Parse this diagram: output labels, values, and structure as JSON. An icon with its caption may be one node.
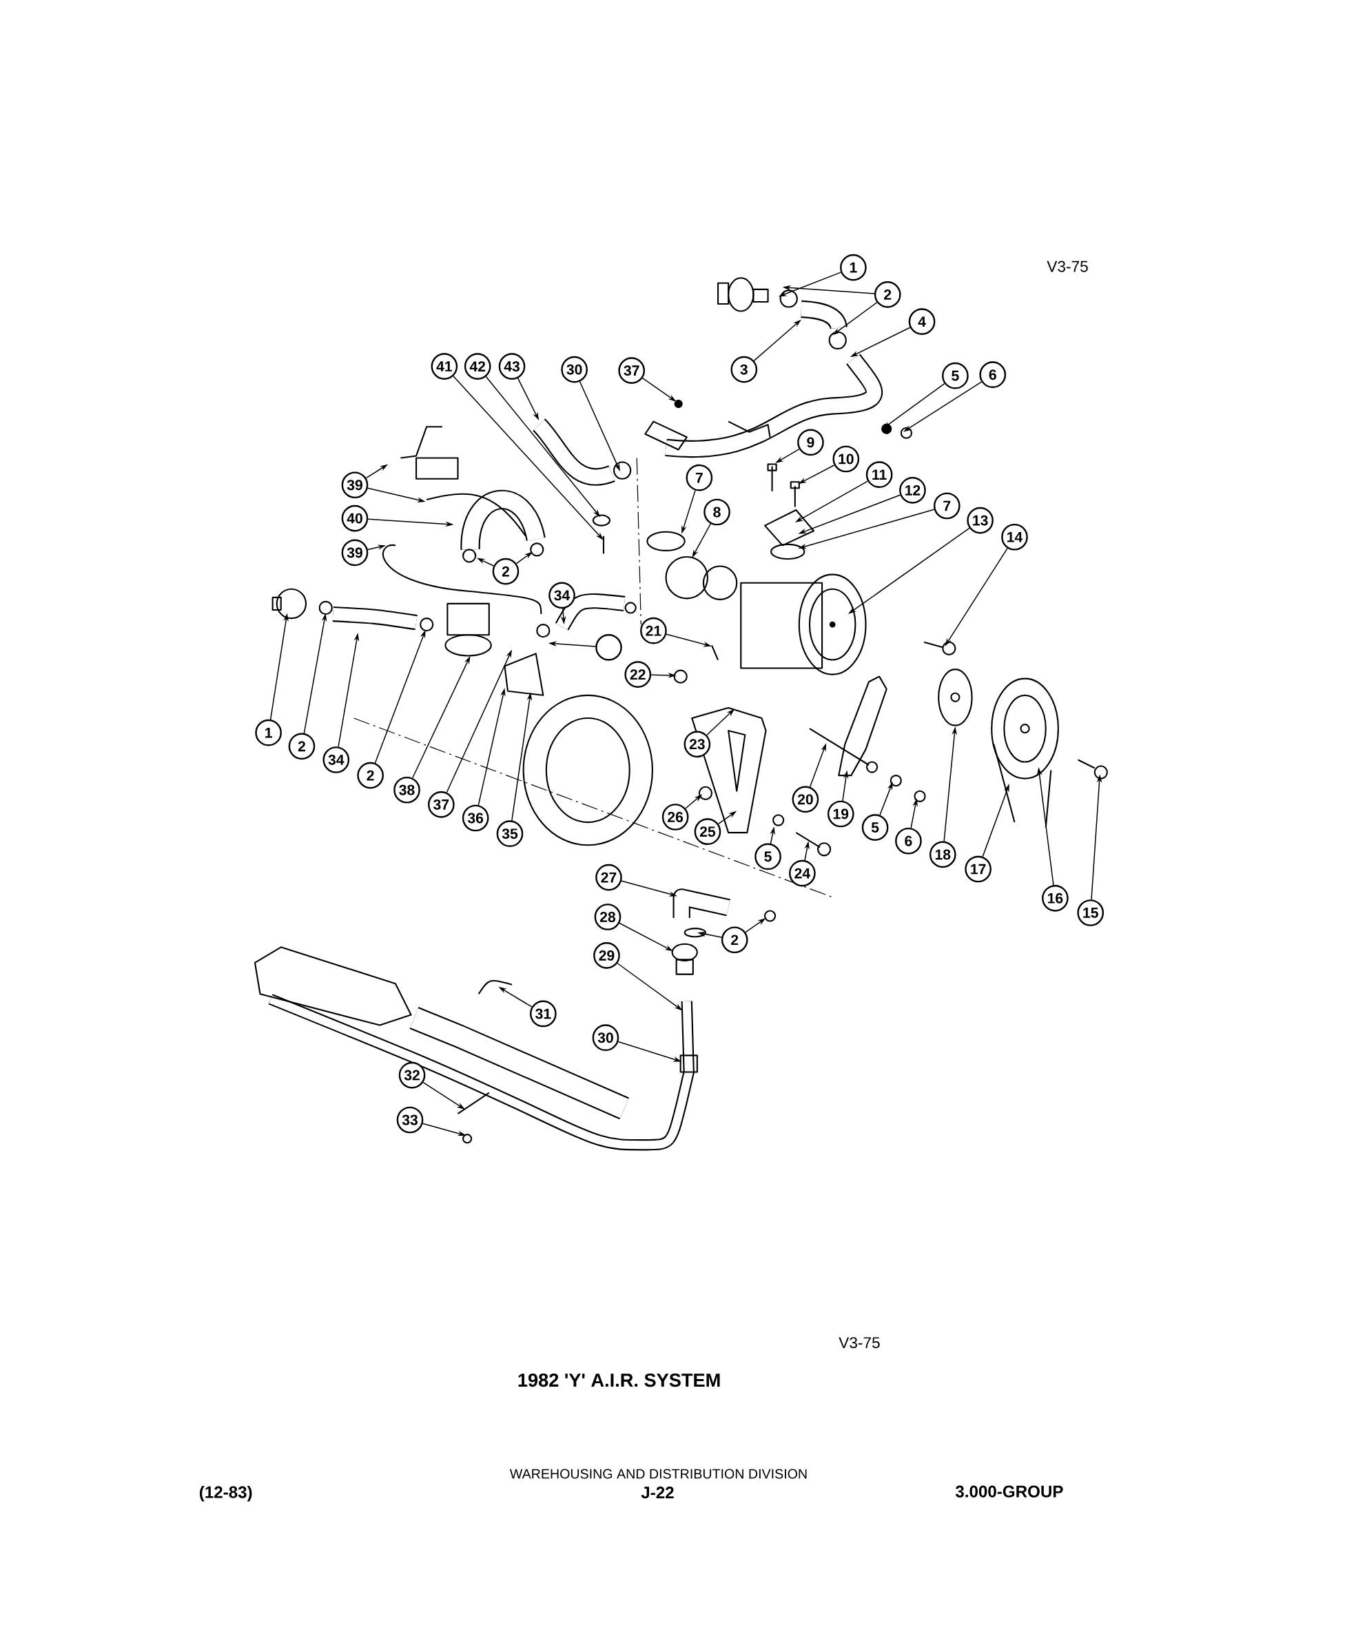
{
  "diagram": {
    "title": "1982 'Y' A.I.R. SYSTEM",
    "nodes": [
      {
        "text": [
          "1"
        ]
      },
      {
        "text": [
          "2"
        ]
      },
      {
        "text": [
          "4"
        ]
      },
      {
        "text": [
          "41"
        ]
      },
      {
        "text": [
          "42"
        ]
      },
      {
        "text": [
          "43"
        ]
      },
      {
        "text": [
          "30"
        ]
      },
      {
        "text": [
          "37"
        ]
      },
      {
        "text": [
          "3"
        ]
      },
      {
        "text": [
          "5"
        ]
      },
      {
        "text": [
          "6"
        ]
      },
      {
        "text": [
          "9"
        ]
      },
      {
        "text": [
          "10"
        ]
      },
      {
        "text": [
          "11"
        ]
      },
      {
        "text": [
          "7"
        ]
      },
      {
        "text": [
          "39"
        ]
      },
      {
        "text": [
          "12"
        ]
      },
      {
        "text": [
          "7"
        ]
      },
      {
        "text": [
          "8"
        ]
      },
      {
        "text": [
          "40"
        ]
      },
      {
        "text": [
          "13"
        ]
      },
      {
        "text": [
          "14"
        ]
      },
      {
        "text": [
          "39"
        ]
      },
      {
        "text": [
          "2"
        ]
      },
      {
        "text": [
          "34"
        ]
      },
      {
        "text": [
          "21"
        ]
      },
      {
        "text": [],
        "shape": "circle"
      },
      {
        "text": [
          "22"
        ]
      },
      {
        "text": [
          "1"
        ]
      },
      {
        "text": [
          "23"
        ]
      },
      {
        "text": [
          "2"
        ]
      },
      {
        "text": [
          "34"
        ]
      },
      {
        "text": [
          "2"
        ]
      },
      {
        "text": [
          "38"
        ]
      },
      {
        "text": [
          "20"
        ]
      },
      {
        "text": [
          "37"
        ]
      },
      {
        "text": [
          "19"
        ]
      },
      {
        "text": [
          "26"
        ]
      },
      {
        "text": [
          "36"
        ]
      },
      {
        "text": [
          "5"
        ]
      },
      {
        "text": [
          "25"
        ]
      },
      {
        "text": [
          "35"
        ]
      },
      {
        "text": [
          "6"
        ]
      },
      {
        "text": [
          "18"
        ]
      },
      {
        "text": [
          "5"
        ]
      },
      {
        "text": [
          "17"
        ]
      },
      {
        "text": [
          "24"
        ]
      },
      {
        "text": [
          "27"
        ]
      },
      {
        "text": [
          "16"
        ]
      },
      {
        "text": [
          "15"
        ]
      },
      {
        "text": [
          "28"
        ]
      },
      {
        "text": [
          "2"
        ]
      },
      {
        "text": [
          "29"
        ]
      },
      {
        "text": [
          "31"
        ]
      },
      {
        "text": [
          "30"
        ]
      },
      {
        "text": [
          "32"
        ]
      },
      {
        "text": [
          "33"
        ]
      }
    ],
    "edges": [
      {
        "from": 0,
        "to": null,
        "arrow": "to"
      },
      {
        "from": 1,
        "to": null,
        "arrow": "to"
      },
      {
        "from": 1,
        "to": null,
        "arrow": "to"
      },
      {
        "from": 2,
        "to": null,
        "arrow": "to"
      },
      {
        "from": 3,
        "to": null,
        "arrow": "to"
      },
      {
        "from": 4,
        "to": null,
        "arrow": "to"
      },
      {
        "from": 5,
        "to": null,
        "arrow": "to"
      },
      {
        "from": 6,
        "to": null,
        "arrow": "to"
      },
      {
        "from": 7,
        "to": null,
        "arrow": "to"
      },
      {
        "from": 8,
        "to": null,
        "arrow": "to"
      },
      {
        "from": 9,
        "to": null,
        "arrow": "to"
      },
      {
        "from": 10,
        "to": null,
        "arrow": "to"
      },
      {
        "from": 11,
        "to": null,
        "arrow": "to"
      },
      {
        "from": 12,
        "to": null,
        "arrow": "to"
      },
      {
        "from": 13,
        "to": null,
        "arrow": "to"
      },
      {
        "from": 14,
        "to": null,
        "arrow": "to"
      },
      {
        "from": 15,
        "to": null,
        "arrow": "to"
      },
      {
        "from": 15,
        "to": null,
        "arrow": "to"
      },
      {
        "from": 16,
        "to": null,
        "arrow": "to"
      },
      {
        "from": 17,
        "to": null,
        "arrow": "to"
      },
      {
        "from": 18,
        "to": null,
        "arrow": "to"
      },
      {
        "from": 19,
        "to": null,
        "arrow": "to"
      },
      {
        "from": 20,
        "to": null,
        "arrow": "to"
      },
      {
        "from": 21,
        "to": null,
        "arrow": "to"
      },
      {
        "from": 22,
        "to": null,
        "arrow": "to"
      },
      {
        "from": 23,
        "to": null,
        "arrow": "to"
      },
      {
        "from": 23,
        "to": null,
        "arrow": "to"
      },
      {
        "from": 24,
        "to": null,
        "arrow": "to"
      },
      {
        "from": 25,
        "to": null,
        "arrow": "to"
      },
      {
        "from": 26,
        "to": null,
        "arrow": "to"
      },
      {
        "from": 27,
        "to": null,
        "arrow": "to"
      },
      {
        "from": 28,
        "to": null,
        "arrow": "to"
      },
      {
        "from": 29,
        "to": null,
        "arrow": "to"
      },
      {
        "from": 30,
        "to": null,
        "arrow": "to"
      },
      {
        "from": 31,
        "to": null,
        "arrow": "to"
      },
      {
        "from": 32,
        "to": null,
        "arrow": "to"
      },
      {
        "from": 33,
        "to": null,
        "arrow": "to"
      },
      {
        "from": 34,
        "to": null,
        "arrow": "to"
      },
      {
        "from": 35,
        "to": null,
        "arrow": "to"
      },
      {
        "from": 36,
        "to": null,
        "arrow": "to"
      },
      {
        "from": 37,
        "to": null,
        "arrow": "to"
      },
      {
        "from": 38,
        "to": null,
        "arrow": "to"
      },
      {
        "from": 39,
        "to": null,
        "arrow": "to"
      },
      {
        "from": 40,
        "to": null,
        "arrow": "to"
      },
      {
        "from": 41,
        "to": null,
        "arrow": "to"
      },
      {
        "from": 42,
        "to": null,
        "arrow": "to"
      },
      {
        "from": 43,
        "to": null,
        "arrow": "to"
      },
      {
        "from": 44,
        "to": null,
        "arrow": "to"
      },
      {
        "from": 45,
        "to": null,
        "arrow": "to"
      },
      {
        "from": 46,
        "to": null,
        "arrow": "to"
      },
      {
        "from": 47,
        "to": null,
        "arrow": "to"
      },
      {
        "from": 48,
        "to": null,
        "arrow": "to"
      },
      {
        "from": 49,
        "to": null,
        "arrow": "to"
      },
      {
        "from": 50,
        "to": null,
        "arrow": "to"
      },
      {
        "from": 51,
        "to": null,
        "arrow": "to"
      },
      {
        "from": 51,
        "to": null,
        "arrow": "to"
      },
      {
        "from": 52,
        "to": null,
        "arrow": "to"
      },
      {
        "from": 53,
        "to": null,
        "arrow": "to"
      },
      {
        "from": 54,
        "to": null,
        "arrow": "to"
      },
      {
        "from": 55,
        "to": null,
        "arrow": "to"
      },
      {
        "from": 56,
        "to": null,
        "arrow": "to"
      }
    ],
    "labels": [
      "V3-75",
      "V3-75",
      "WAREHOUSING AND DISTRIBUTION DIVISION",
      "(12-83)",
      "J-22",
      "3.000-GROUP"
    ]
  }
}
